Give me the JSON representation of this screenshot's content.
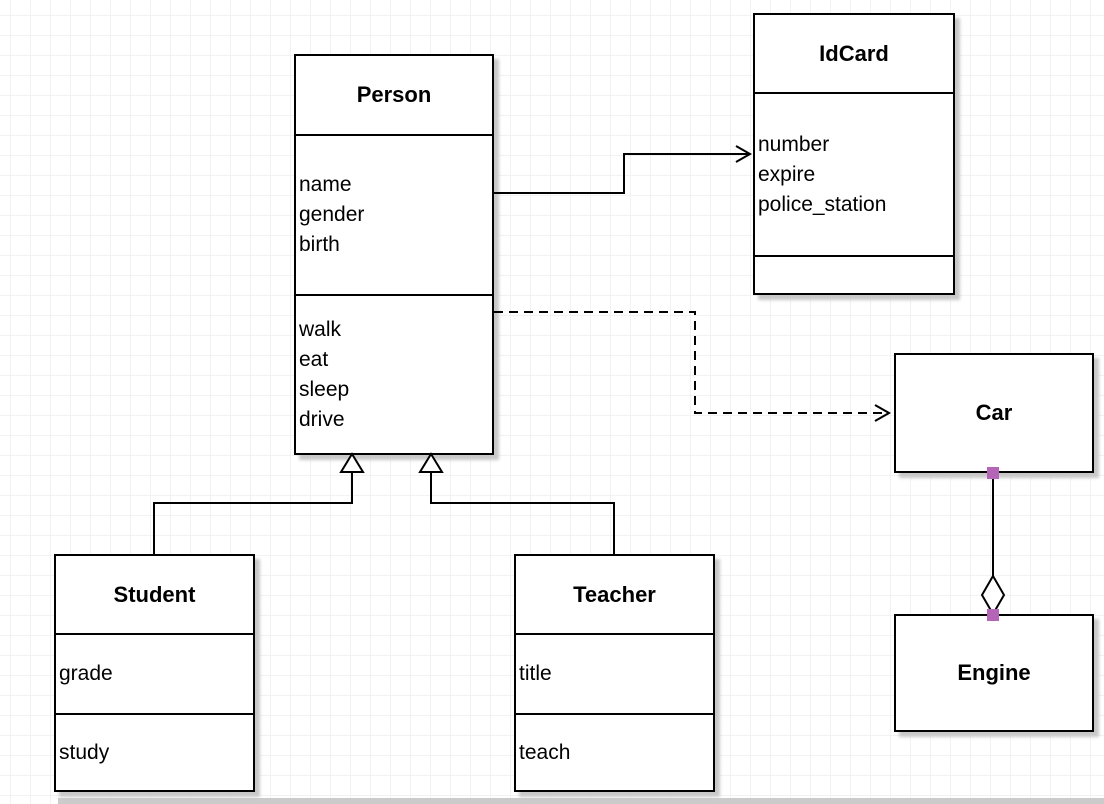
{
  "diagram": {
    "classes": {
      "person": {
        "title": "Person",
        "attributes": [
          "name",
          "gender",
          "birth"
        ],
        "methods": [
          "walk",
          "eat",
          "sleep",
          "drive"
        ]
      },
      "idcard": {
        "title": "IdCard",
        "attributes": [
          "number",
          "expire",
          "police_station"
        ],
        "methods": []
      },
      "car": {
        "title": "Car",
        "attributes": [],
        "methods": []
      },
      "engine": {
        "title": "Engine",
        "attributes": [],
        "methods": []
      },
      "student": {
        "title": "Student",
        "attributes": [
          "grade"
        ],
        "methods": [
          "study"
        ]
      },
      "teacher": {
        "title": "Teacher",
        "attributes": [
          "title"
        ],
        "methods": [
          "teach"
        ]
      }
    },
    "relationships": [
      {
        "from": "Person",
        "to": "IdCard",
        "type": "association",
        "line": "solid",
        "arrowhead": "open"
      },
      {
        "from": "Person",
        "to": "Car",
        "type": "dependency",
        "line": "dashed",
        "arrowhead": "open"
      },
      {
        "from": "Student",
        "to": "Person",
        "type": "generalization",
        "line": "solid",
        "arrowhead": "hollow-triangle"
      },
      {
        "from": "Teacher",
        "to": "Person",
        "type": "generalization",
        "line": "solid",
        "arrowhead": "hollow-triangle"
      },
      {
        "from": "Car",
        "to": "Engine",
        "type": "aggregation",
        "line": "solid",
        "marker": "hollow-diamond",
        "endpoint_handles": true
      }
    ],
    "colors": {
      "box_fill": "#ffffff",
      "box_border": "#000000",
      "box_shadow": "#c8c8c8",
      "grid_line": "#f2f2f2",
      "canvas_background": "#ffffff",
      "endpoint_handle": "#b565b5"
    }
  }
}
